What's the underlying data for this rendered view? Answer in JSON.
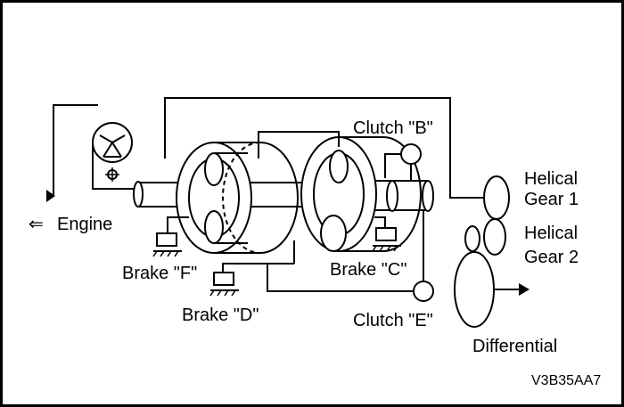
{
  "labels": {
    "clutch_b": "Clutch \"B\"",
    "helical_gear_1_line1": "Helical",
    "helical_gear_1_line2": "Gear 1",
    "helical_gear_2_line1": "Helical",
    "helical_gear_2_line2": "Gear 2",
    "engine": "Engine",
    "engine_arrow": "⇐",
    "brake_f": "Brake \"F\"",
    "brake_c": "Brake \"C\"",
    "brake_d": "Brake \"D\"",
    "clutch_e": "Clutch \"E\"",
    "differential": "Differential",
    "figure_code": "V3B35AA7"
  },
  "colors": {
    "line": "#000000",
    "background": "#ffffff"
  }
}
